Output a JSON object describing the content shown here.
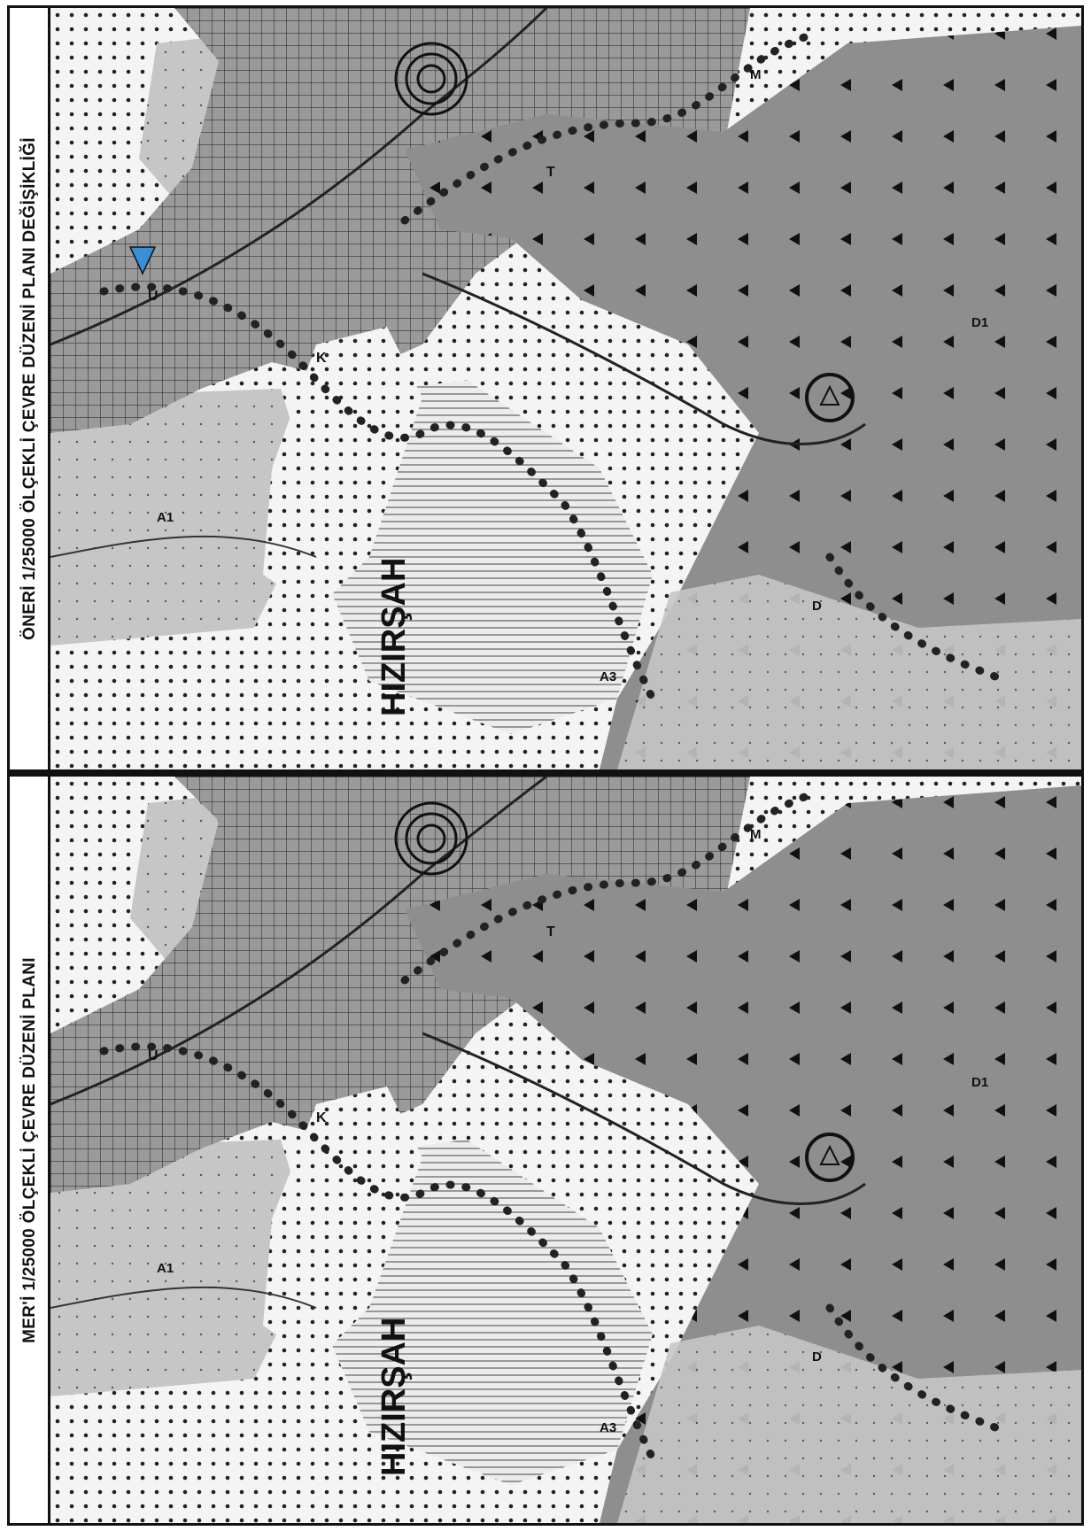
{
  "panels": {
    "top": {
      "title": "ÖNERİ 1/25000 ÖLÇEKLİ ÇEVRE DÜZENİ PLANI DEĞİŞİKLİĞİ",
      "place_label": "HIZIRŞAH",
      "marker_labels": {
        "U": "U",
        "K": "K",
        "T": "T",
        "D1": "D1",
        "D": "D",
        "A3": "A3",
        "A1": "A1",
        "M": "M"
      }
    },
    "bottom": {
      "title": "MER'İ 1/25000 ÖLÇEKLİ ÇEVRE DÜZENİ PLANI",
      "place_label": "HIZIRŞAH",
      "marker_labels": {
        "U": "U",
        "K": "K",
        "T": "T",
        "D1": "D1",
        "D": "D",
        "A3": "A3",
        "A1": "A1",
        "M": "M"
      }
    }
  },
  "colors": {
    "forest": "#8c8c8c",
    "agriculture_light": "#c9c9c9",
    "grid_zone": "#9a9a9a",
    "dotted_zone": "#f4f4f4",
    "hatched_zone": "#e6e6e6",
    "boundary": "#2a2a2a",
    "highlight_blue": "#3a8fd8"
  },
  "icons": [
    "triangle-symbol",
    "target-rings-symbol",
    "boundary-dots",
    "grid-pattern"
  ]
}
